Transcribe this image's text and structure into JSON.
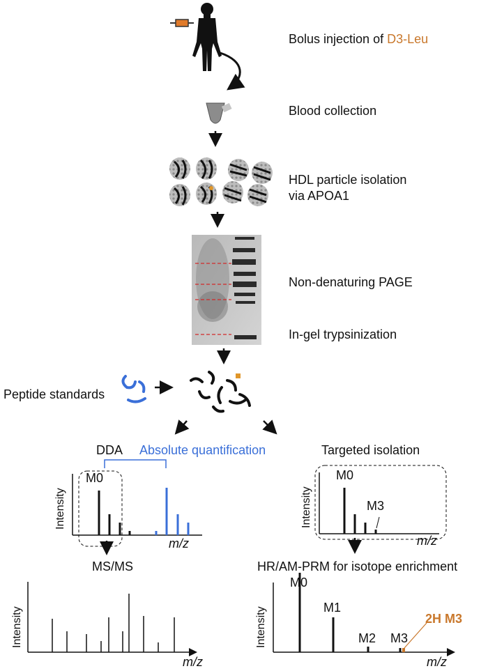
{
  "steps": {
    "injection_prefix": "Bolus injection of",
    "injection_tracer": "D3-Leu",
    "blood": "Blood collection",
    "hdl_line1": "HDL particle isolation",
    "hdl_line2": "via APOA1",
    "page": "Non-denaturing  PAGE",
    "trypsin": "In-gel trypsinization",
    "peptides": "Peptide standards"
  },
  "left_branch": {
    "dda": "DDA",
    "absq": "Absolute quantification",
    "m0": "M0",
    "ylabel": "Intensity",
    "xlabel": "m/z",
    "msms": "MS/MS",
    "msms_ylabel": "Intensity",
    "msms_xlabel": "m/z"
  },
  "right_branch": {
    "targeted": "Targeted isolation",
    "m0": "M0",
    "m3": "M3",
    "ylabel": "Intensity",
    "xlabel": "m/z",
    "prm": "HR/AM-PRM for isotope enrichment",
    "prm_m0": "M0",
    "prm_m1": "M1",
    "prm_m2": "M2",
    "prm_m3": "M3",
    "prm_2h": "2H M3",
    "prm_ylabel": "Intensity",
    "prm_xlabel": "m/z"
  },
  "colors": {
    "tracer": "#c9782c",
    "blue": "#3a6fd8",
    "gel_band": "#d22a2a"
  }
}
